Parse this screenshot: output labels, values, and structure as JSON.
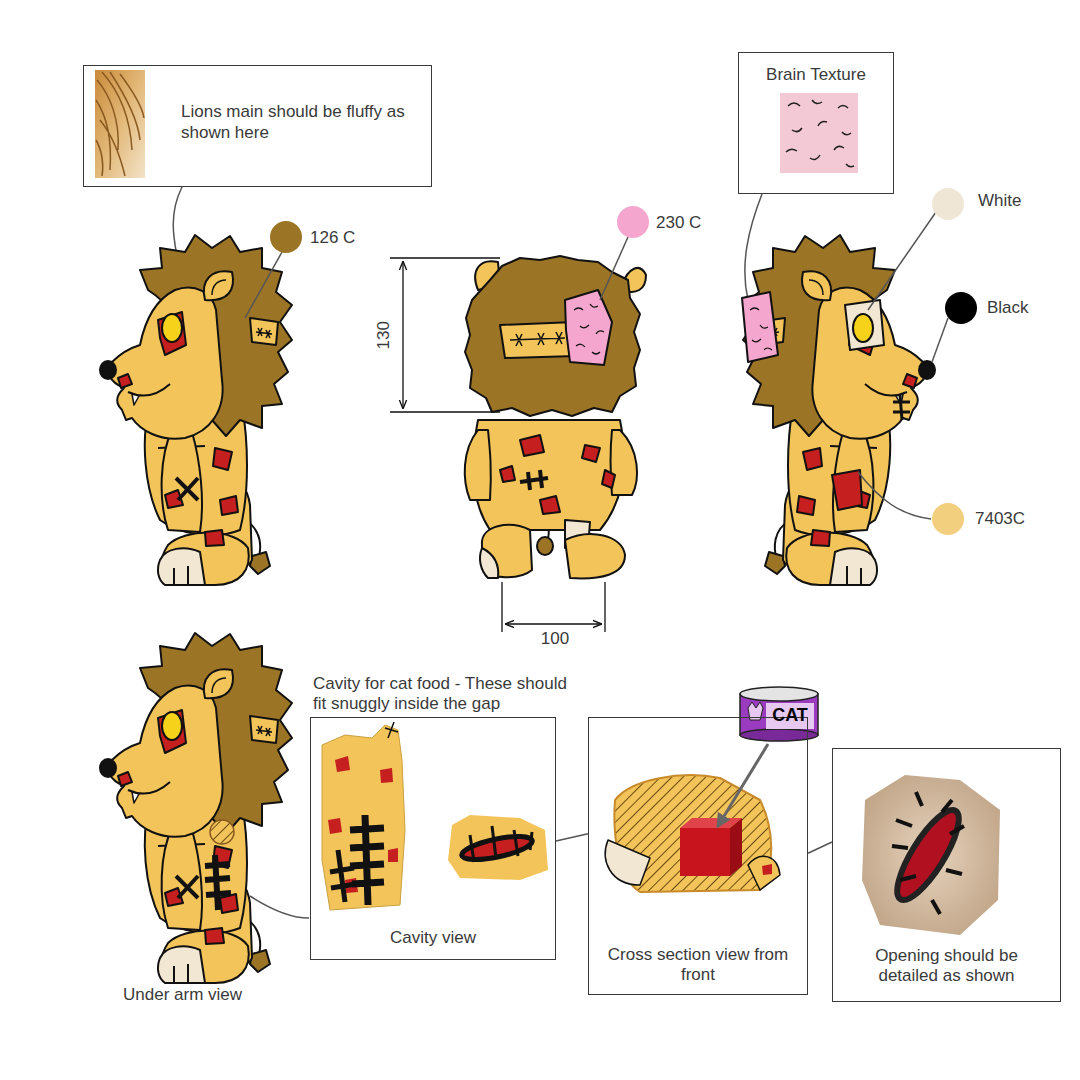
{
  "diagram": {
    "nodes": [
      {
        "text": [
          "Lions main should be fluffy as shown here"
        ]
      },
      {
        "text": [
          "Brain Texture"
        ]
      },
      {
        "text": [
          "Cavity for cat food - These should fit snuggly inside the gap",
          "Cavity view"
        ]
      },
      {
        "text": [
          "Cross section view from front"
        ]
      },
      {
        "text": [
          "Opening should be detailed as shown"
        ]
      }
    ],
    "edges": [
      {
        "from": 2,
        "to": 3,
        "arrow": "none"
      },
      {
        "from": 4,
        "to": 3,
        "arrow": "none"
      }
    ],
    "labels": [
      "126 C",
      "230 C",
      "White",
      "Black",
      "7403C",
      "130",
      "100",
      "CAT",
      "Under arm view"
    ]
  }
}
